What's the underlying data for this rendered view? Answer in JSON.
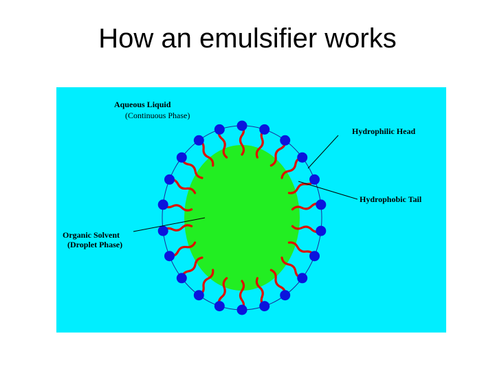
{
  "slide": {
    "title": "How an emulsifier works"
  },
  "diagram": {
    "colors": {
      "aqueous_background": "#00eeff",
      "droplet": "#22ee22",
      "head": "#0a14dd",
      "tail": "#dd1100",
      "boundary_circle": "#1a2a99",
      "pointer_line": "#000000"
    },
    "labels": {
      "aqueous_liquid": "Aqueous Liquid",
      "continuous_phase": "(Continuous Phase)",
      "hydrophilic_head": "Hydrophilic Head",
      "hydrophobic_tail": "Hydrophobic Tail",
      "organic_solvent": "Organic Solvent",
      "droplet_phase": "(Droplet Phase)"
    }
  }
}
